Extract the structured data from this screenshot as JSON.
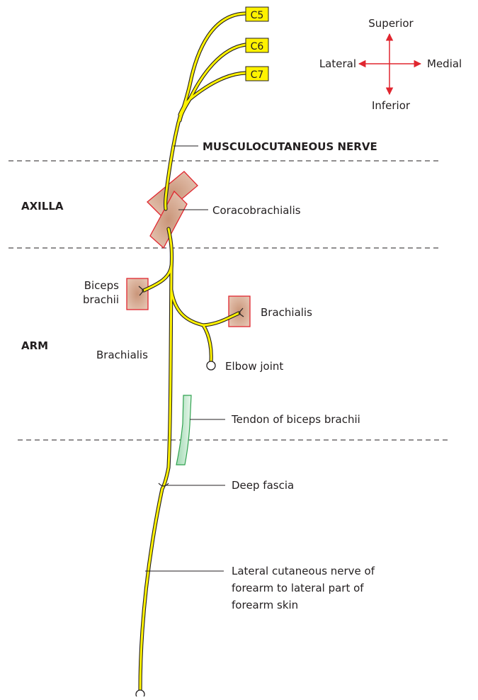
{
  "roots": [
    "C5",
    "C6",
    "C7"
  ],
  "orientation": {
    "superior": "Superior",
    "inferior": "Inferior",
    "lateral": "Lateral",
    "medial": "Medial"
  },
  "nerve_label": "MUSCULOCUTANEOUS NERVE",
  "regions": {
    "axilla": "AXILLA",
    "arm": "ARM"
  },
  "labels": {
    "coracobrachialis": "Coracobrachialis",
    "biceps_line1": "Biceps",
    "biceps_line2": "brachii",
    "brachialis_right": "Brachialis",
    "brachialis_left": "Brachialis",
    "elbow_joint": "Elbow joint",
    "tendon": "Tendon of biceps brachii",
    "deep_fascia": "Deep fascia",
    "lateral_cutaneous_line1": "Lateral cutaneous nerve of",
    "lateral_cutaneous_line2": "forearm to lateral part of",
    "lateral_cutaneous_line3": "forearm skin"
  },
  "colors": {
    "nerve": "#fff200",
    "nerve_outline": "#231f20",
    "root_box": "#fff200",
    "muscle_fill": "#d9b09a",
    "muscle_outline": "#e0262f",
    "tendon_fill": "#bfe6cc",
    "tendon_outline": "#2fa24f",
    "arrow": "#e0262f"
  }
}
